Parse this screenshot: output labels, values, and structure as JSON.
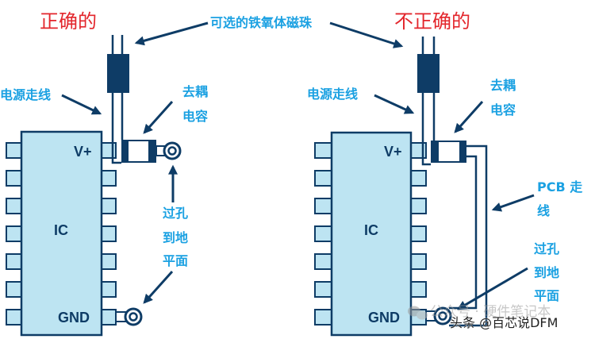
{
  "titles": {
    "correct": "正确的",
    "incorrect": "不正确的"
  },
  "ferrite_label": "可选的铁氧体磁珠",
  "correct": {
    "power_trace_label": "电源走线",
    "decap_label": [
      "去耦",
      "电容"
    ],
    "via_label": [
      "过孔",
      "到地",
      "平面"
    ],
    "ic": {
      "name": "IC",
      "vplus": "V+",
      "gnd": "GND"
    },
    "pin_count_per_side": 7
  },
  "incorrect": {
    "power_trace_label": "电源走线",
    "decap_label": [
      "去耦",
      "电容"
    ],
    "pcb_trace_label": [
      "PCB 走",
      "线"
    ],
    "via_label": [
      "过孔",
      "到地",
      "平面"
    ],
    "ic": {
      "name": "IC",
      "vplus": "V+",
      "gnd": "GND"
    },
    "pin_count_per_side": 7
  },
  "watermarks": {
    "wechat": "公众号 · 硬件笔记本",
    "toutiao": "头条 @百芯说DFM"
  },
  "colors": {
    "title_red": "#e3262c",
    "label_blue": "#1ba1e2",
    "outline_navy": "#0e3c66",
    "ic_fill": "#bde4f2"
  }
}
